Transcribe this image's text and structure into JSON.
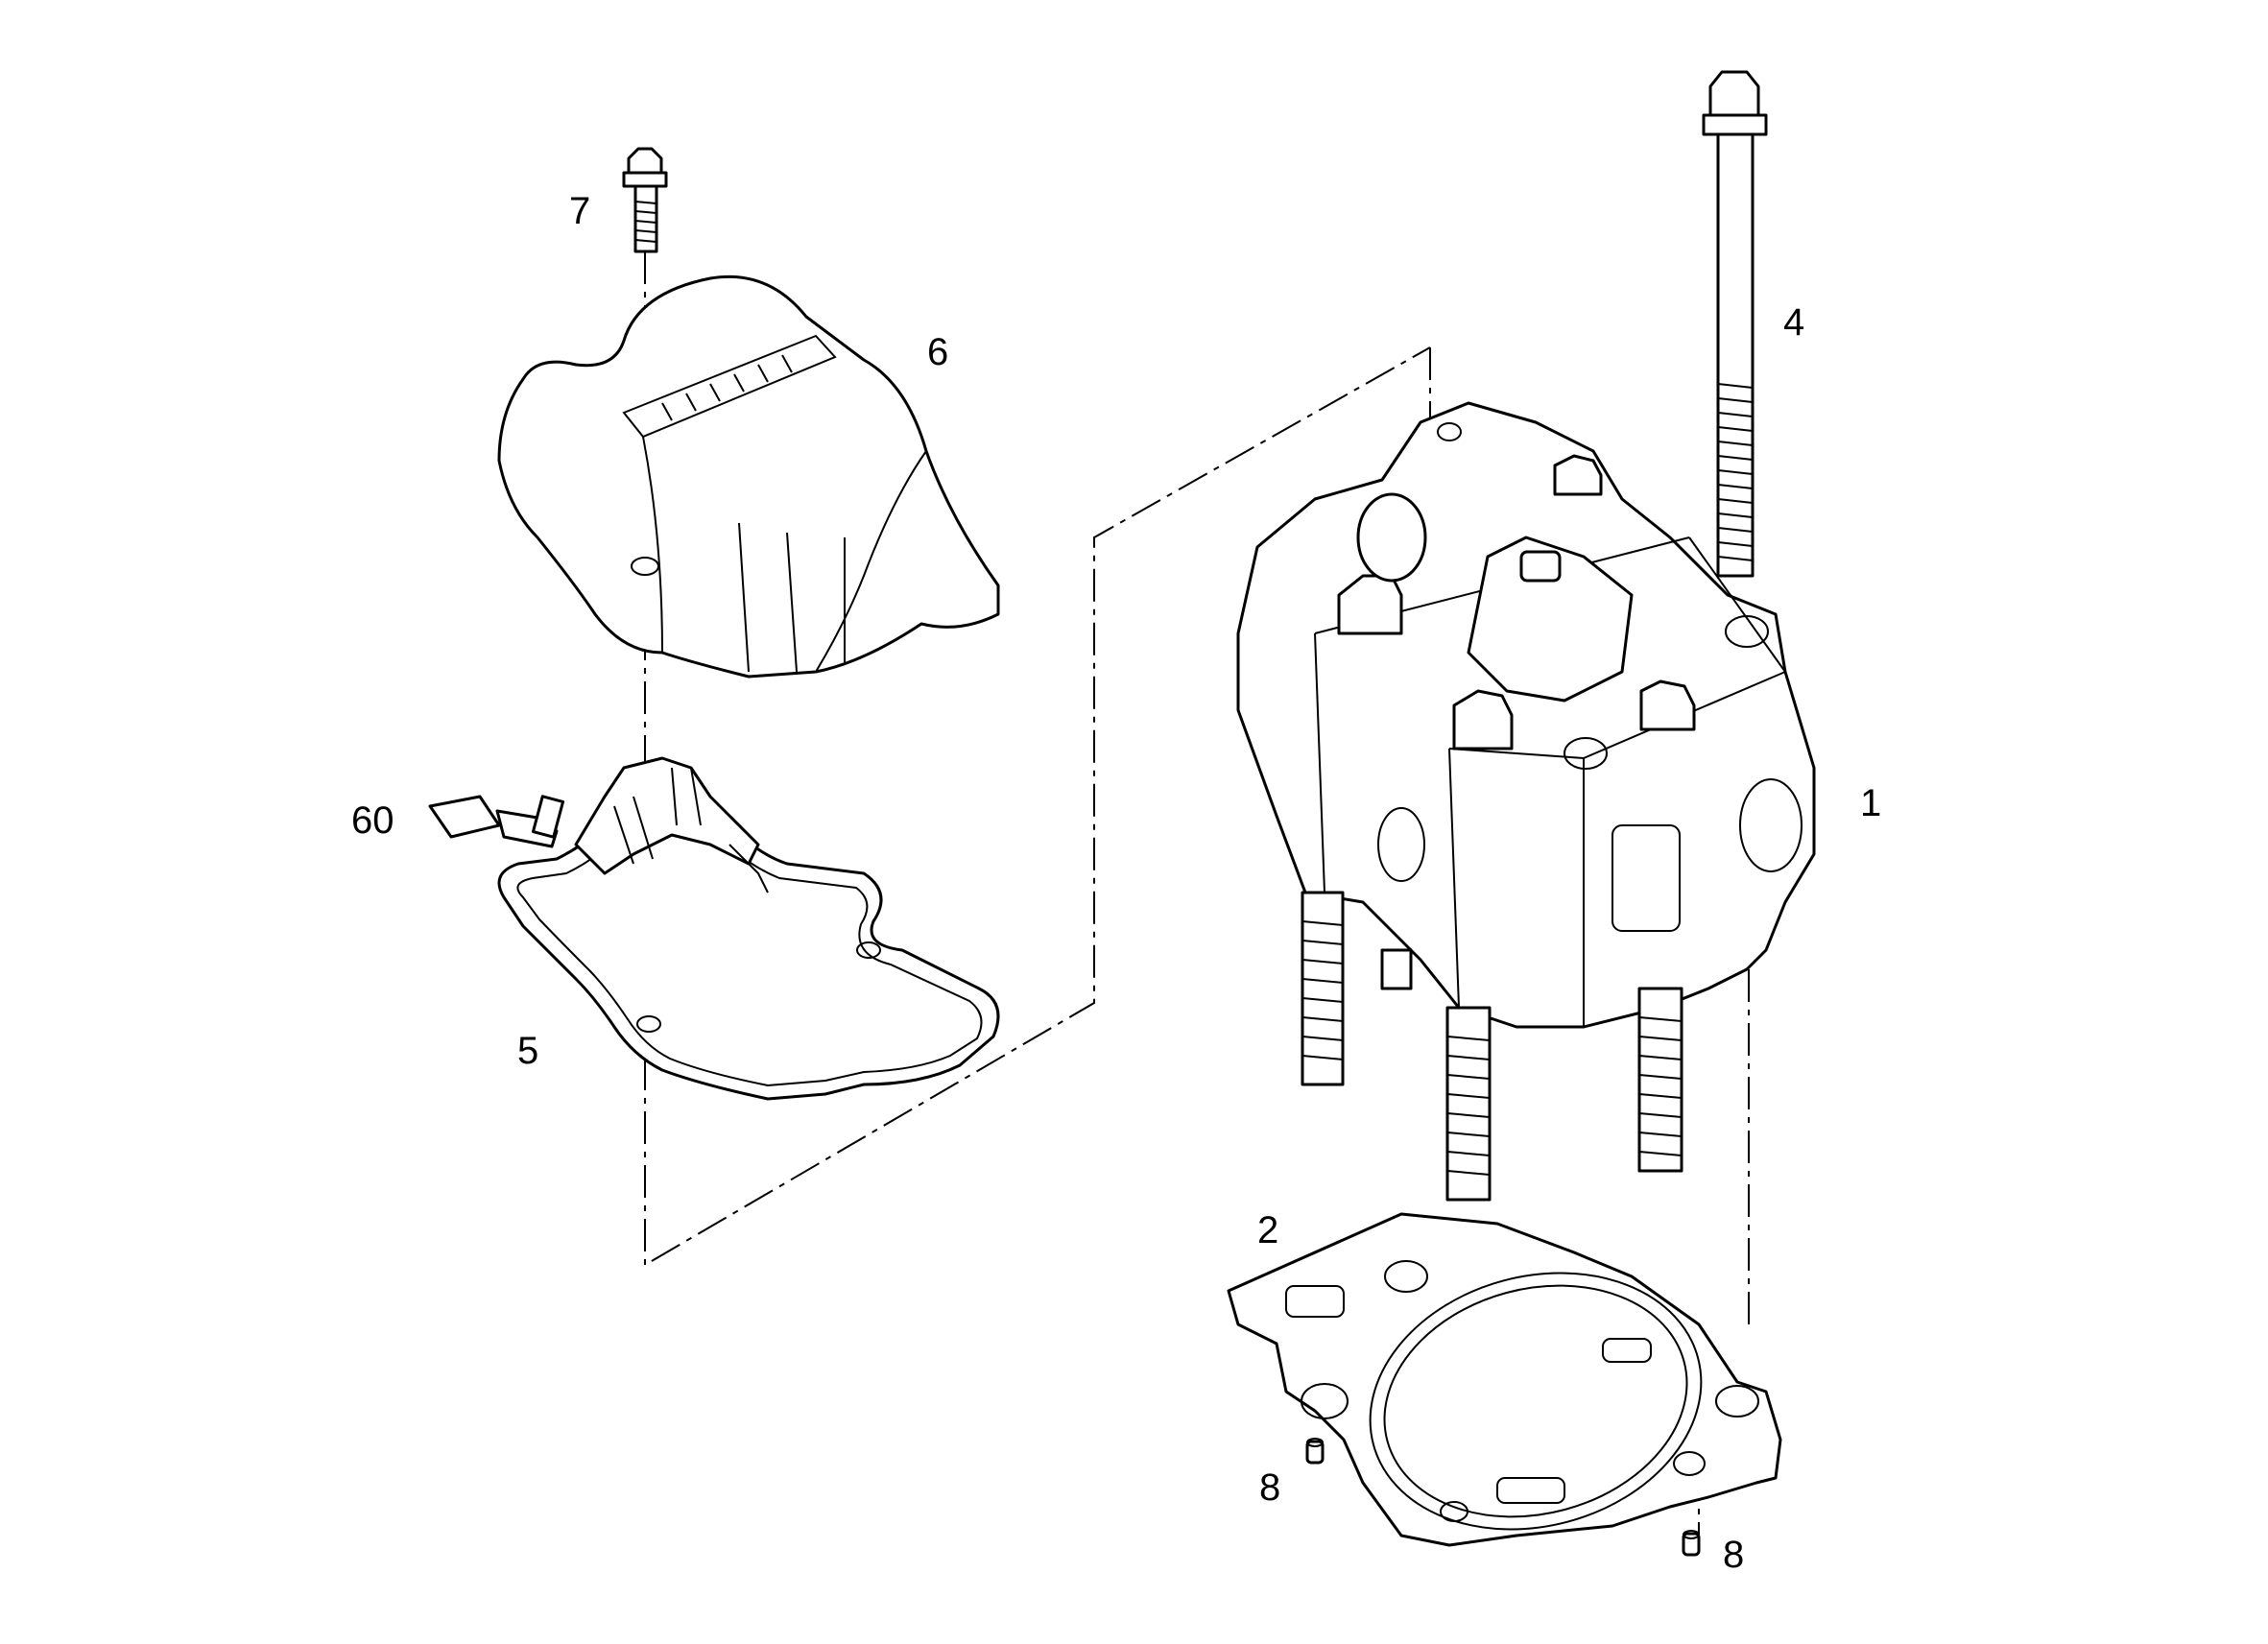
{
  "diagram": {
    "callouts": [
      {
        "id": "c7",
        "label": "7"
      },
      {
        "id": "c6",
        "label": "6"
      },
      {
        "id": "c4",
        "label": "4"
      },
      {
        "id": "c60",
        "label": "60"
      },
      {
        "id": "c1",
        "label": "1"
      },
      {
        "id": "c5",
        "label": "5"
      },
      {
        "id": "c2",
        "label": "2"
      },
      {
        "id": "c8a",
        "label": "8"
      },
      {
        "id": "c8b",
        "label": "8"
      }
    ]
  }
}
